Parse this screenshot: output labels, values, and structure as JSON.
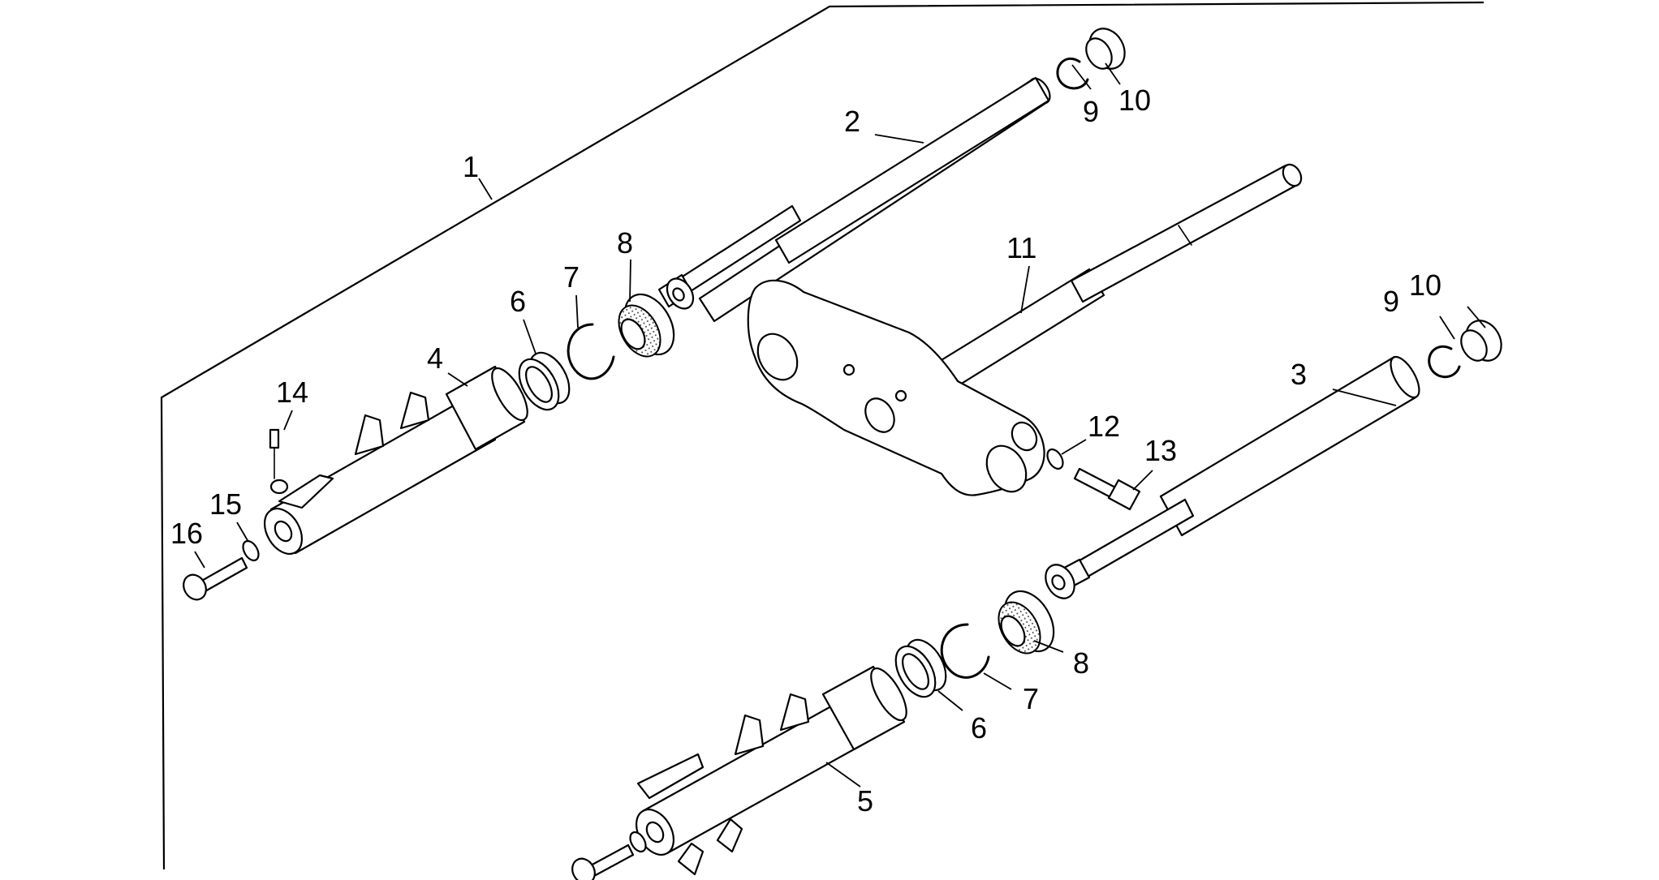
{
  "diagram": {
    "callouts": {
      "c1": "1",
      "c2": "2",
      "c3": "3",
      "c4": "4",
      "c5": "5",
      "c6a": "6",
      "c6b": "6",
      "c7a": "7",
      "c7b": "7",
      "c8a": "8",
      "c8b": "8",
      "c9a": "9",
      "c9b": "9",
      "c10a": "10",
      "c10b": "10",
      "c11": "11",
      "c12": "12",
      "c13": "13",
      "c14": "14",
      "c15": "15",
      "c16": "16"
    }
  }
}
